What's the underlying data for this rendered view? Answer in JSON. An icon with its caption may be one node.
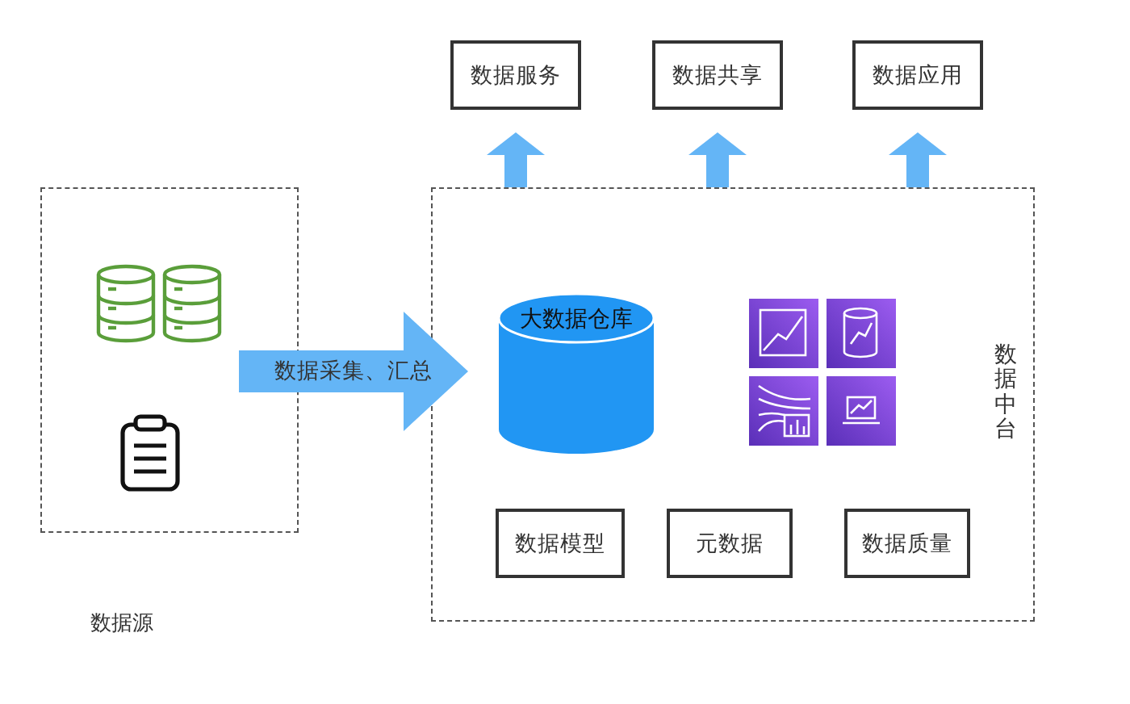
{
  "diagram": {
    "nodes": [
      {
        "text": [
          "数据源"
        ]
      },
      {
        "text": [
          "数据中台"
        ]
      },
      {
        "text": [
          "大数据仓库"
        ],
        "in": 1
      },
      {
        "text": [
          "数据模型"
        ],
        "in": 1
      },
      {
        "text": [
          "元数据"
        ],
        "in": 1
      },
      {
        "text": [
          "数据质量"
        ],
        "in": 1
      },
      {
        "text": [
          "数据服务"
        ]
      },
      {
        "text": [
          "数据共享"
        ]
      },
      {
        "text": [
          "数据应用"
        ]
      }
    ],
    "edges": [
      {
        "from": 0,
        "to": 1,
        "arrow": "to",
        "label": "数据采集、汇总",
        "style": "thick"
      },
      {
        "from": 1,
        "to": 6,
        "arrow": "to"
      },
      {
        "from": 1,
        "to": 7,
        "arrow": "to"
      },
      {
        "from": 1,
        "to": 8,
        "arrow": "to"
      }
    ]
  }
}
